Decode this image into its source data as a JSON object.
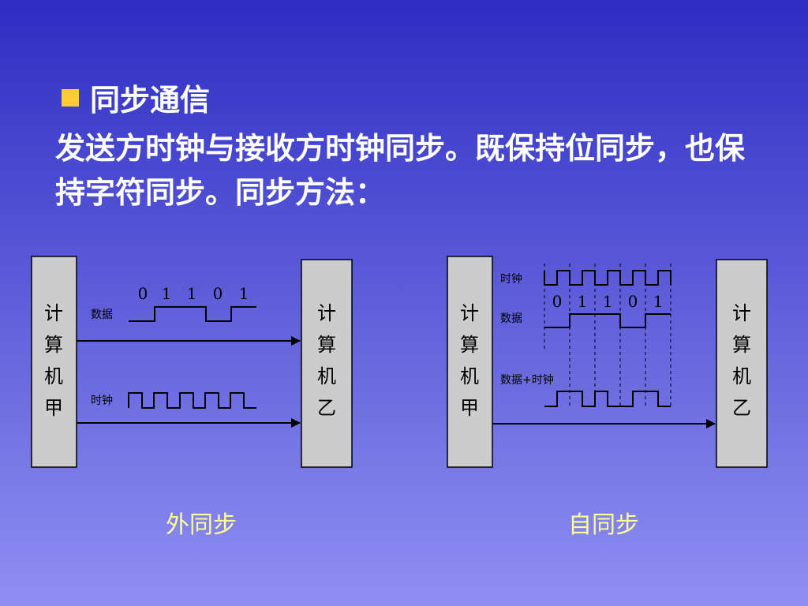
{
  "heading": "同步通信",
  "paragraph": "发送方时钟与接收方时钟同步。既保持位同步，也保持字符同步。同步方法：",
  "colors": {
    "bullet": "#ffcc33",
    "box_fill": "#cccccc",
    "caption": "#ffff99"
  },
  "external_sync": {
    "sender": "计算机甲",
    "receiver": "计算机乙",
    "data_label": "数据",
    "clock_label": "时钟",
    "bits": [
      "0",
      "1",
      "1",
      "0",
      "1"
    ],
    "caption": "外同步"
  },
  "self_sync": {
    "sender": "计算机甲",
    "receiver": "计算机乙",
    "clock_label": "时钟",
    "data_label": "数据",
    "combined_label": "数据+时钟",
    "bits": [
      "0",
      "1",
      "1",
      "0",
      "1"
    ],
    "caption": "自同步"
  }
}
